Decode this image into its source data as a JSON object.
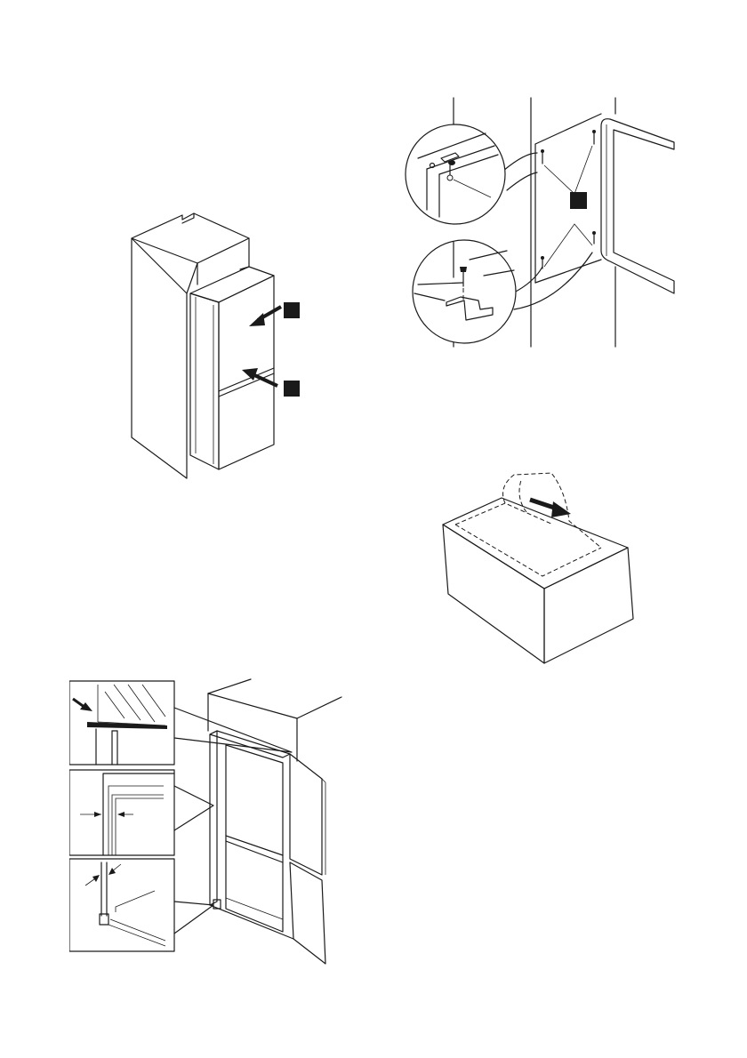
{
  "figures": [
    {
      "id": "cabinet-insertion",
      "callout_markers": 2
    },
    {
      "id": "door-hinge-screws",
      "callout_markers": 1
    },
    {
      "id": "adhesive-strip-removal"
    },
    {
      "id": "door-seal-alignment",
      "detail_views": 3
    }
  ],
  "colors": {
    "line": "#1a1a1a",
    "marker": "#1a1a1a",
    "panel": "#e6e6e6",
    "tape": "#e8e8e8"
  }
}
